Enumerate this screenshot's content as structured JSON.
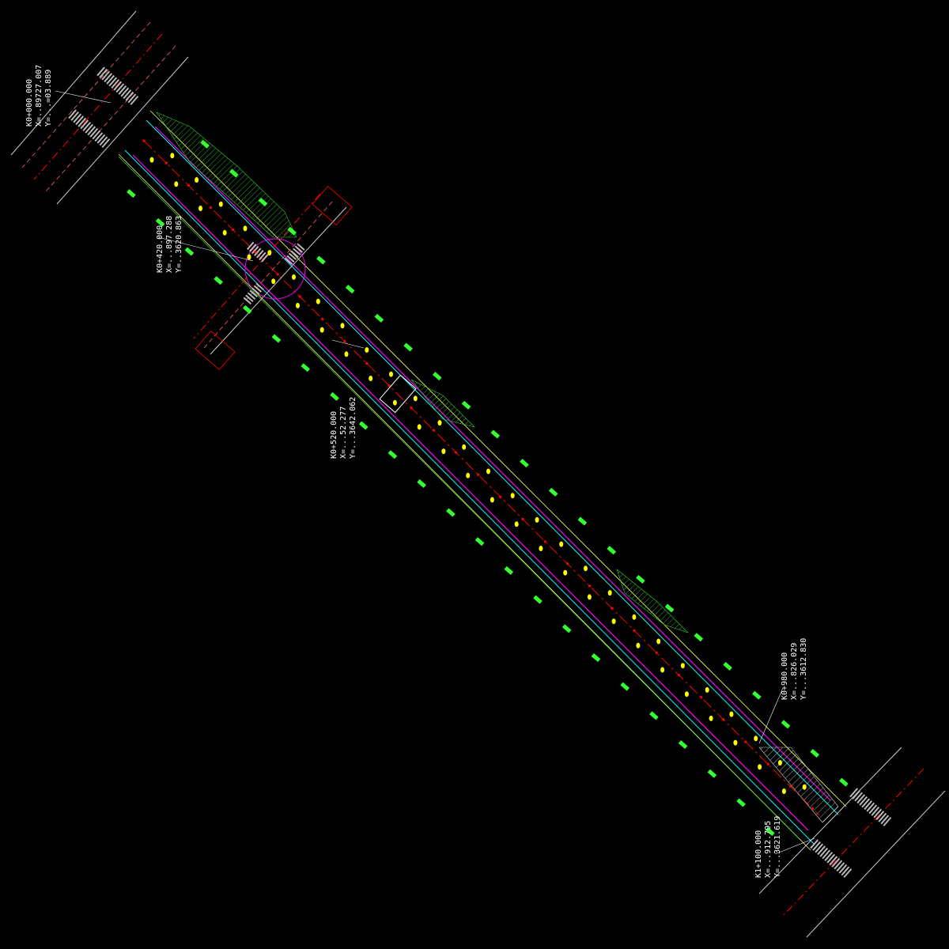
{
  "colors": {
    "background": "#000000",
    "centerline": "#ff0000",
    "road_edge": "#ff00ff",
    "curb": "#00ffff",
    "boundary": "#ffff66",
    "lamp": "#ffff00",
    "tree": "#33ff33",
    "hatch": "#cccccc",
    "annotation": "#ffffff"
  },
  "labels": {
    "top_left_station": [
      "K0+000.000",
      "X=..89727.007",
      "Y=...=03.889"
    ],
    "upper_mid_station": [
      "K0+420.000",
      "X=...897.288",
      "Y=..3620.863"
    ],
    "middle_station": [
      "K0+520.000",
      "X=...52.277",
      "Y=...3642.062"
    ],
    "lower_right_station": [
      "K0+980.000",
      "X=...826.029",
      "Y=...3612.830"
    ],
    "bottom_right_station": [
      "K1+100.000",
      "X=...912.795",
      "Y=...3621.619"
    ]
  }
}
